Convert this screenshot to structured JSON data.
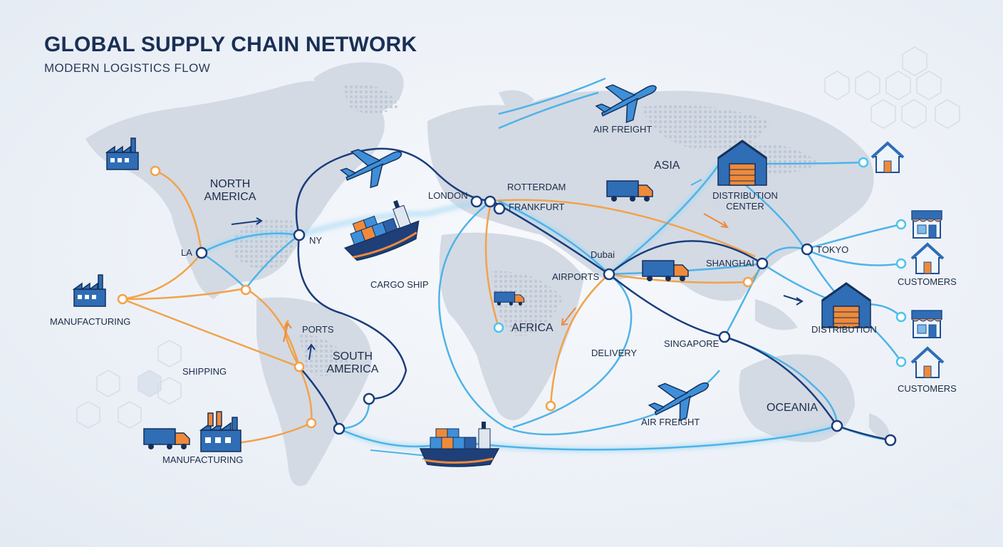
{
  "header": {
    "title": "GLOBAL SUPPLY CHAIN NETWORK",
    "subtitle": "MODERN LOGISTICS FLOW"
  },
  "regions": {
    "north_america": "NORTH\nAMERICA",
    "south_america": "SOUTH\nAMERICA",
    "asia": "ASIA",
    "africa": "AFRICA",
    "oceania": "OCEANIA"
  },
  "cities": {
    "la": "LA",
    "ny": "NY",
    "london": "LONDON",
    "rotterdam": "ROTTERDAM",
    "frankfurt": "FRANKFURT",
    "dubai": "Dubai",
    "shanghai": "SHANGHAI",
    "tokyo": "TOKYO",
    "singapore": "SINGAPORE"
  },
  "labels": {
    "manufacturing_1": "MANUFACTURING",
    "manufacturing_2": "MANUFACTURING",
    "shipping": "SHIPPING",
    "ports": "PORTS",
    "cargo_ship": "CARGO SHIP",
    "air_freight_top": "AIR FREIGHT",
    "air_freight_bottom": "AIR FREIGHT",
    "airports": "AIRPORTS",
    "delivery": "DELIVERY",
    "distribution_center": "DISTRIBUTION\nCENTER",
    "distribution": "DISTRIBUTION",
    "customers_1": "CUSTOMERS",
    "customers_2": "CUSTOMERS"
  },
  "colors": {
    "navy_route": "#1b3d7a",
    "sea_route": "#4fb3e8",
    "land_route": "#f2a24a",
    "continent": "#d3dae4",
    "icon_blue": "#2f6db5",
    "icon_orange": "#ef8a3a"
  },
  "icons": [
    "factory-icon",
    "truck-icon",
    "cargo-ship-icon",
    "airplane-icon",
    "warehouse-icon",
    "house-icon",
    "store-icon",
    "hexagon-decoration"
  ]
}
